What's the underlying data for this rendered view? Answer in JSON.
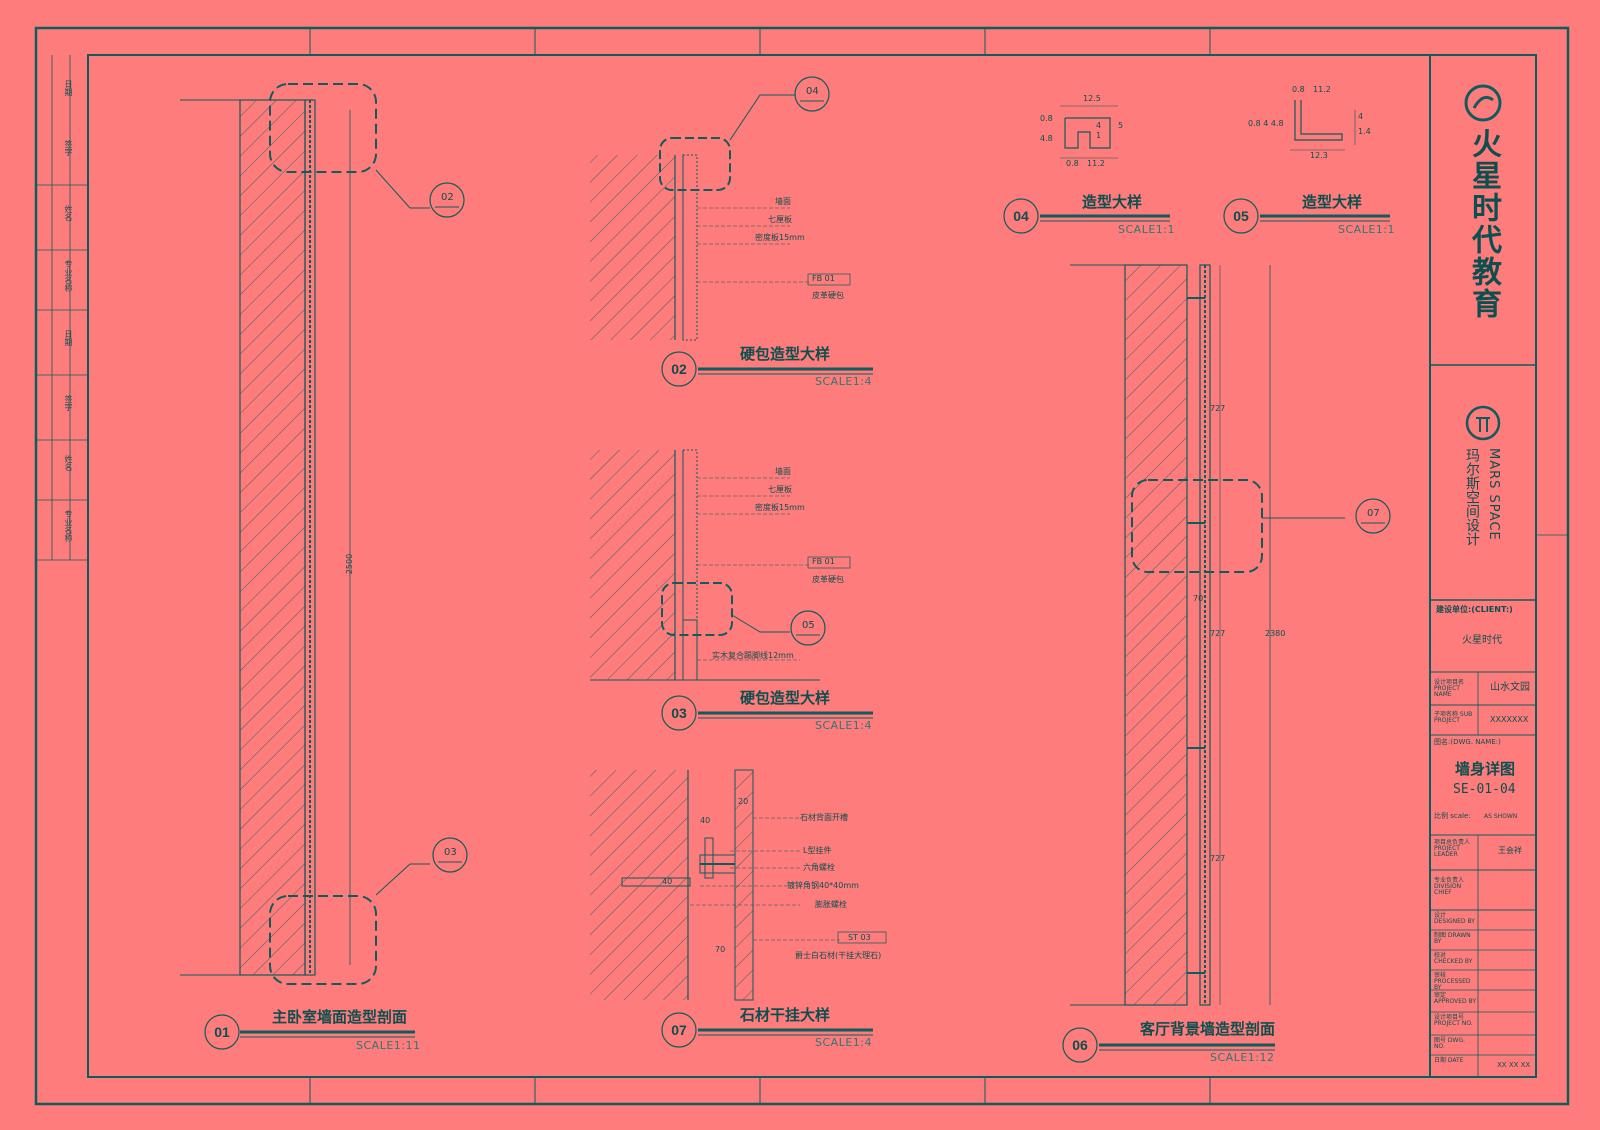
{
  "sheet": {
    "drawing_name": "墙身详图",
    "drawing_no": "SE-01-04"
  },
  "details": {
    "d01": {
      "num": "01",
      "title": "主卧室墙面造型剖面",
      "scale": "SCALE1:11",
      "dim": "2500"
    },
    "d02": {
      "num": "02",
      "title": "硬包造型大样",
      "scale": "SCALE1:4",
      "notes": [
        "墙面",
        "七厘板",
        "密度板15mm",
        "皮革硬包"
      ],
      "tag": "FB  01"
    },
    "d03": {
      "num": "03",
      "title": "硬包造型大样",
      "scale": "SCALE1:4",
      "notes": [
        "墙面",
        "七厘板",
        "密度板15mm",
        "皮革硬包",
        "实木复合踢脚线12mm"
      ],
      "tag": "FB  01"
    },
    "d04": {
      "num": "04",
      "title": "造型大样",
      "scale": "SCALE1:1",
      "dims": [
        "12.5",
        "4.8",
        "0.8",
        "11.2",
        "0.8",
        "4",
        "1",
        "5"
      ]
    },
    "d05": {
      "num": "05",
      "title": "造型大样",
      "scale": "SCALE1:1",
      "dims": [
        "0.8",
        "11.2",
        "12.3",
        "4",
        "1.4",
        "0.8 4 4.8"
      ]
    },
    "d06": {
      "num": "06",
      "title": "客厅背景墙造型剖面",
      "scale": "SCALE1:12",
      "dims": [
        "727",
        "727",
        "727",
        "70",
        "2380"
      ]
    },
    "d07": {
      "num": "07",
      "title": "石材干挂大样",
      "scale": "SCALE1:4",
      "notes": [
        "石材背面开槽",
        "L型挂件",
        "六角螺栓",
        "镀锌角钢40*40mm",
        "膨胀螺栓",
        "爵士白石材(干挂大理石)"
      ],
      "tag": "ST  03",
      "dims": [
        "40",
        "40",
        "20",
        "70"
      ]
    }
  },
  "callouts": [
    "02",
    "03",
    "04",
    "05",
    "07"
  ],
  "title_block": {
    "company": "火星时代教育",
    "brand_en": "MARS SPACE",
    "brand_cn": "玛尔斯空间设计",
    "client_label": "建设单位:(CLIENT:)",
    "client_value": "火星时代",
    "project_label": "设计项目名 PROJECT NAME",
    "project_value": "山水文园",
    "sub_label": "子项名称 SUB PROJECT",
    "sub_value": "XXXXXXX",
    "dwg_label": "图名:(DWG. NAME:)",
    "scale_label": "比例 scale:",
    "scale_value": "AS SHOWN",
    "leader_label": "项目总负责人 PROJECT LEADER",
    "leader_value": "王会祥",
    "chief_label": "专业负责人 DIVISION CHIEF",
    "designed": "设计 DESIGNED BY",
    "drawn": "制图 DRAWN BY",
    "checked": "校对 CHECKED BY",
    "processed": "审核 PROCESSED BY",
    "approved": "审定 APPROVED BY",
    "proj_no": "设计项目号 PROJECT NO.",
    "dwg_no": "图号 DWG. NO.",
    "date_label": "日期 DATE",
    "date_value": "XX XX XX"
  },
  "left_strip": {
    "a": [
      "日期",
      "签字",
      "姓名",
      "专业名称"
    ],
    "b": [
      "日期",
      "签字",
      "姓名",
      "专业名称"
    ]
  },
  "colors": {
    "background": "#fe7c7c",
    "line": "#0f5c5c"
  }
}
